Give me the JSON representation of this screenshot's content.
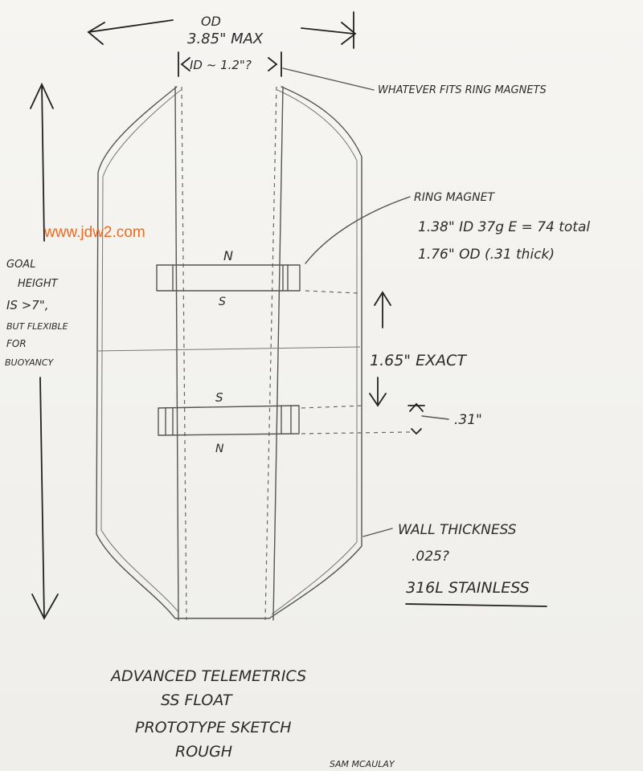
{
  "watermark": "www.jdw2.com",
  "dimensions": {
    "od_label": "OD",
    "od_value": "3.85\" MAX",
    "id_value": "ID ~ 1.2\"?",
    "magnet_spacing": "1.65\" EXACT",
    "magnet_thickness": ".31\""
  },
  "notes": {
    "fit_note": "WHATEVER FITS RING MAGNETS",
    "ring_magnet_title": "RING MAGNET",
    "ring_magnet_line1": "1.38\" ID   37g E = 74 total",
    "ring_magnet_line2": "1.76\" OD   (.31 thick)",
    "goal_height_lines": [
      "GOAL",
      "HEIGHT",
      "IS >7\",",
      "BUT FLEXIBLE",
      "FOR",
      "BUOYANCY"
    ],
    "wall_thickness": "WALL THICKNESS",
    "wall_value": ".025?",
    "material": "316L STAINLESS"
  },
  "poles": {
    "top_n": "N",
    "top_s": "S",
    "bottom_s": "S",
    "bottom_n": "N"
  },
  "title_block": {
    "line1": "ADVANCED TELEMETRICS",
    "line2": "SS FLOAT",
    "line3": "PROTOTYPE SKETCH",
    "line4": "ROUGH"
  },
  "signature": "SAM MCAULAY"
}
